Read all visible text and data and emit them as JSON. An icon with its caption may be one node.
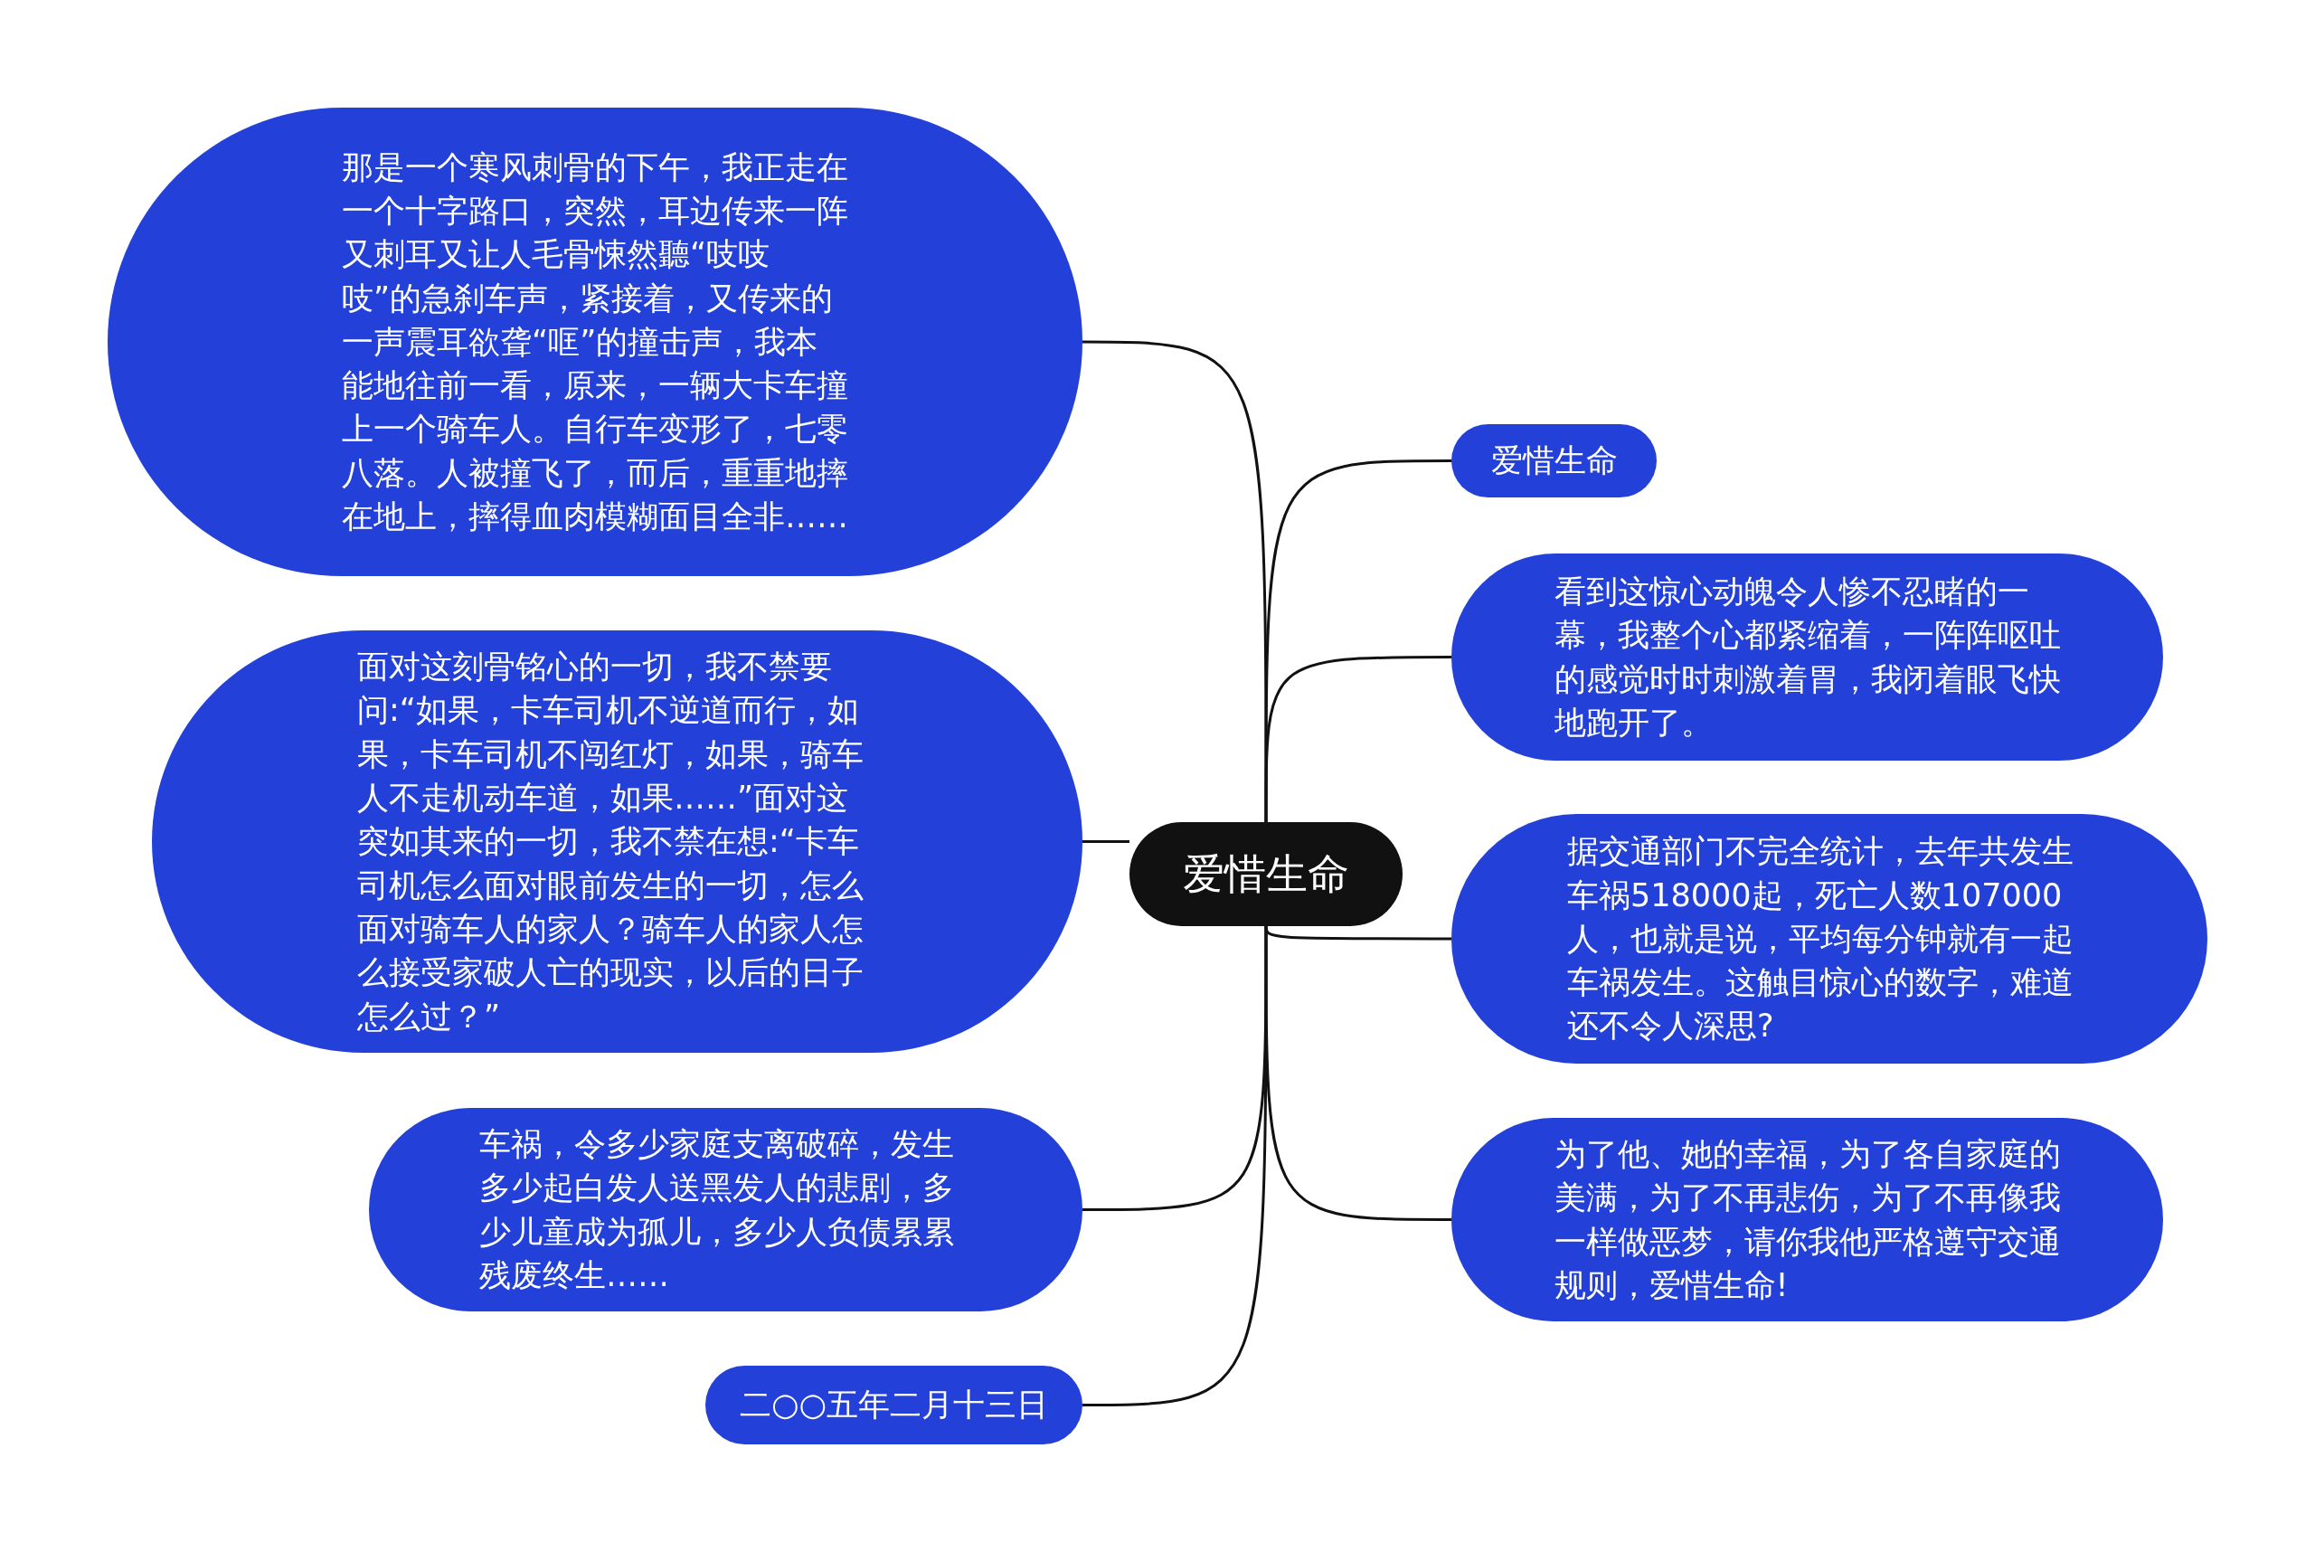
{
  "diagram": {
    "nodes": [
      {
        "text": [
          "爱惜生命"
        ]
      },
      {
        "text": [
          "那是一个寒风刺骨的下午，我正走在一个十字路口，突然，耳边传来一阵又刺耳又让人毛骨悚然聽“吱吱吱”的急刹车声，紧接着，又传来的一声震耳欲聋“哐”的撞击声，我本能地往前一看，原来，一辆大卡车撞上一个骑车人。自行车变形了，七零八落。人被撞飞了，而后，重重地摔在地上，摔得血肉模糊面目全非……"
        ]
      },
      {
        "text": [
          "面对这刻骨铭心的一切，我不禁要问:“如果，卡车司机不逆道而行，如果，卡车司机不闯红灯，如果，骑车人不走机动车道，如果……”面对这突如其来的一切，我不禁在想:“卡车司机怎么面对眼前发生的一切，怎么面对骑车人的家人？骑车人的家人怎么接受家破人亡的现实，以后的日子怎么过？”"
        ]
      },
      {
        "text": [
          "车祸，令多少家庭支离破碎，发生多少起白发人送黑发人的悲剧，多少儿童成为孤儿，多少人负债累累残废终生……"
        ]
      },
      {
        "text": [
          "二○○五年二月十三日"
        ]
      },
      {
        "text": [
          "爱惜生命"
        ]
      },
      {
        "text": [
          "看到这惊心动魄令人惨不忍睹的一幕，我整个心都紧缩着，一阵阵呕吐的感觉时时刺激着胃，我闭着眼飞快地跑开了。"
        ]
      },
      {
        "text": [
          "据交通部门不完全统计，去年共发生车祸518000起，死亡人数107000人，也就是说，平均每分钟就有一起车祸发生。这触目惊心的数字，难道还不令人深思?"
        ]
      },
      {
        "text": [
          "为了他、她的幸福，为了各自家庭的美满，为了不再悲伤，为了不再像我一样做恶梦，请你我他严格遵守交通规则，爱惜生命!"
        ]
      }
    ],
    "edges": [
      {
        "from": 0,
        "to": 1,
        "arrow": "none"
      },
      {
        "from": 0,
        "to": 2,
        "arrow": "none"
      },
      {
        "from": 0,
        "to": 3,
        "arrow": "none"
      },
      {
        "from": 0,
        "to": 4,
        "arrow": "none"
      },
      {
        "from": 0,
        "to": 5,
        "arrow": "none"
      },
      {
        "from": 0,
        "to": 6,
        "arrow": "none"
      },
      {
        "from": 0,
        "to": 7,
        "arrow": "none"
      },
      {
        "from": 0,
        "to": 8,
        "arrow": "none"
      }
    ]
  }
}
